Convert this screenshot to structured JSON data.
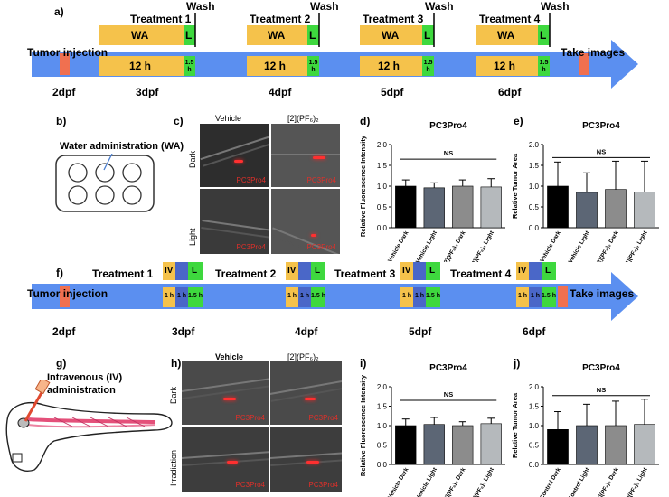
{
  "panel_labels": {
    "a": "a)",
    "b": "b)",
    "c": "c)",
    "d": "d)",
    "e": "e)",
    "f": "f)",
    "g": "g)",
    "h": "h)",
    "i": "i)",
    "j": "j)"
  },
  "timeline_a": {
    "tumor_injection": "Tumor injection",
    "take_images": "Take images",
    "treatments": [
      "Treatment 1",
      "Treatment 2",
      "Treatment 3",
      "Treatment 4"
    ],
    "wash": "Wash",
    "wa": "WA",
    "l": "L",
    "hours": "12 h",
    "light_hours": "1.5 h",
    "days": [
      "2dpf",
      "3dpf",
      "4dpf",
      "5dpf",
      "6dpf"
    ]
  },
  "timeline_f": {
    "tumor_injection": "Tumor injection",
    "take_images": "Take images",
    "treatments": [
      "Treatment 1",
      "Treatment 2",
      "Treatment 3",
      "Treatment 4"
    ],
    "iv": "IV",
    "l": "L",
    "one_h": "1 h",
    "light_hours": "1.5 h",
    "days": [
      "2dpf",
      "3dpf",
      "4dpf",
      "5dpf",
      "6dpf"
    ]
  },
  "panel_b": {
    "caption": "Water administration (WA)"
  },
  "panel_c": {
    "col1": "Vehicle",
    "col2": "[2](PF₆)₂",
    "row1": "Dark",
    "row2": "Light",
    "tag": "PC3Pro4"
  },
  "panel_g": {
    "caption_line1": "Intravenous (IV)",
    "caption_line2": "administration"
  },
  "panel_h": {
    "col1": "Vehicle",
    "col2": "[2](PF₆)₂",
    "row1": "Dark",
    "row2": "Irradiation",
    "tag": "PC3Pro4"
  },
  "colors": {
    "timeline": "#5b8ff0",
    "wa": "#f5c24b",
    "light": "#3ed83e",
    "iv_blue": "#4a67c8",
    "injection": "#f07050",
    "bar_black": "#000000",
    "bar_slate": "#5c6675",
    "bar_gray": "#8c8c8c",
    "bar_light": "#b5b9bc"
  },
  "chart_data": [
    {
      "id": "d",
      "type": "bar",
      "title": "PC3Pro4",
      "ylabel": "Relative Fluorescence Intensity",
      "ylim": [
        0,
        2.0
      ],
      "yticks": [
        "0.0",
        "0.5",
        "1.0",
        "1.5",
        "2.0"
      ],
      "categories": [
        "Vehicle Dark",
        "Vehicle Light",
        "[2](PF₆)₂ Dark",
        "[2](PF₆)₂ Light"
      ],
      "values": [
        1.0,
        0.96,
        1.0,
        0.98
      ],
      "errors": [
        0.15,
        0.12,
        0.15,
        0.2
      ],
      "annotation": "NS"
    },
    {
      "id": "e",
      "type": "bar",
      "title": "PC3Pro4",
      "ylabel": "Relative Tumor Area",
      "ylim": [
        0,
        2.0
      ],
      "yticks": [
        "0.0",
        "0.5",
        "1.0",
        "1.5",
        "2.0"
      ],
      "categories": [
        "Vehicle Dark",
        "Vehicle Light",
        "[2](PF₆)₂ Dark",
        "[2](PF₆)₂ Light"
      ],
      "values": [
        1.0,
        0.85,
        0.92,
        0.86
      ],
      "errors": [
        0.58,
        0.47,
        0.68,
        0.74
      ],
      "annotation": "NS"
    },
    {
      "id": "i",
      "type": "bar",
      "title": "PC3Pro4",
      "ylabel": "Relative Fluorescence Intensity",
      "ylim": [
        0,
        2.0
      ],
      "yticks": [
        "0.0",
        "0.5",
        "1.0",
        "1.5",
        "2.0"
      ],
      "categories": [
        "Vehicle Dark",
        "Vehicle Light",
        "[2](PF₆)₂ Dark",
        "[2](PF₆)₂ Light"
      ],
      "values": [
        1.0,
        1.03,
        1.0,
        1.05
      ],
      "errors": [
        0.17,
        0.18,
        0.1,
        0.14
      ],
      "annotation": "NS"
    },
    {
      "id": "j",
      "type": "bar",
      "title": "PC3Pro4",
      "ylabel": "Relative Tumor Area",
      "ylim": [
        0,
        2.0
      ],
      "yticks": [
        "0.0",
        "0.5",
        "1.0",
        "1.5",
        "2.0"
      ],
      "categories": [
        "Control Dark",
        "Control Light",
        "[2](PF₆)₂ Dark",
        "[2](PF₆)₂ Light"
      ],
      "values": [
        0.9,
        1.0,
        1.0,
        1.03
      ],
      "errors": [
        0.46,
        0.55,
        0.63,
        0.65
      ],
      "annotation": "NS"
    }
  ]
}
